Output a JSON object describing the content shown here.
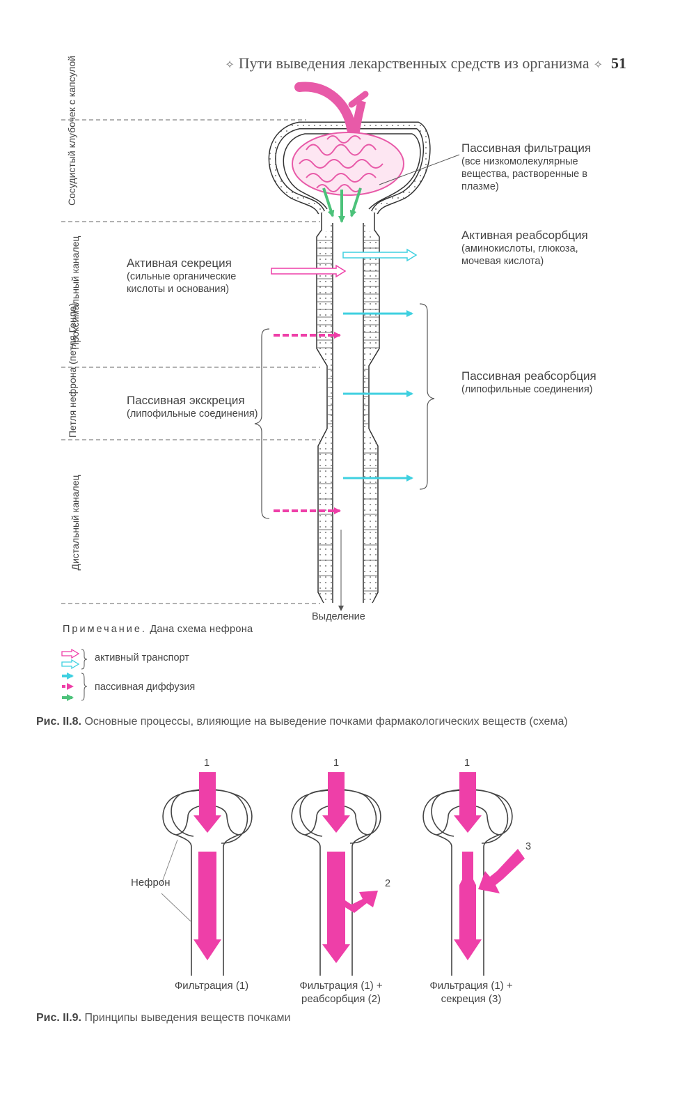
{
  "header": {
    "title": "Пути выведения лекарственных средств из организма",
    "page_number": "51"
  },
  "fig8": {
    "zones": {
      "glomerulus": "Сосудистый клубочек с капсулой",
      "proximal": "Проксимальный каналец",
      "loop": "Петля нефрона (петля Генле)",
      "distal": "Дистальный каналец"
    },
    "labels": {
      "passive_filtration_title": "Пассивная фильтрация",
      "passive_filtration_detail": "(все низкомолекулярные вещества, растворенные в плазме)",
      "active_reabsorption_title": "Активная реабсорбция",
      "active_reabsorption_detail": "(аминокислоты, глюкоза, мочевая кислота)",
      "active_secretion_title": "Активная секреция",
      "active_secretion_detail": "(сильные органические кислоты и основания)",
      "passive_excretion_title": "Пассивная экскреция",
      "passive_excretion_detail": "(липофильные соединения)",
      "passive_reabsorption_title": "Пассивная реабсорбция",
      "passive_reabsorption_detail": "(липофильные соединения)",
      "excretion": "Выделение"
    },
    "note_prefix": "Примечание.",
    "note_text": "Дана схема нефрона",
    "legend": {
      "active": "активный транспорт",
      "passive": "пассивная диффузия"
    },
    "caption_num": "Рис. II.8.",
    "caption_text": "Основные процессы, влияющие на выведение почками фармакологических веществ (схема)",
    "colors": {
      "pink": "#ee3fa8",
      "cyan": "#3fd0e0",
      "green": "#4cc27a"
    }
  },
  "fig9": {
    "nephron_label": "Нефрон",
    "panels": [
      {
        "numbers": [
          "1"
        ],
        "label": "Фильтрация (1)"
      },
      {
        "numbers": [
          "1",
          "2"
        ],
        "label": "Фильтрация (1) + реабсорбция (2)"
      },
      {
        "numbers": [
          "1",
          "3"
        ],
        "label": "Фильтрация (1) + секреция (3)"
      }
    ],
    "caption_num": "Рис. II.9.",
    "caption_text": "Принципы выведения веществ почками",
    "color": "#ee3fa8"
  }
}
